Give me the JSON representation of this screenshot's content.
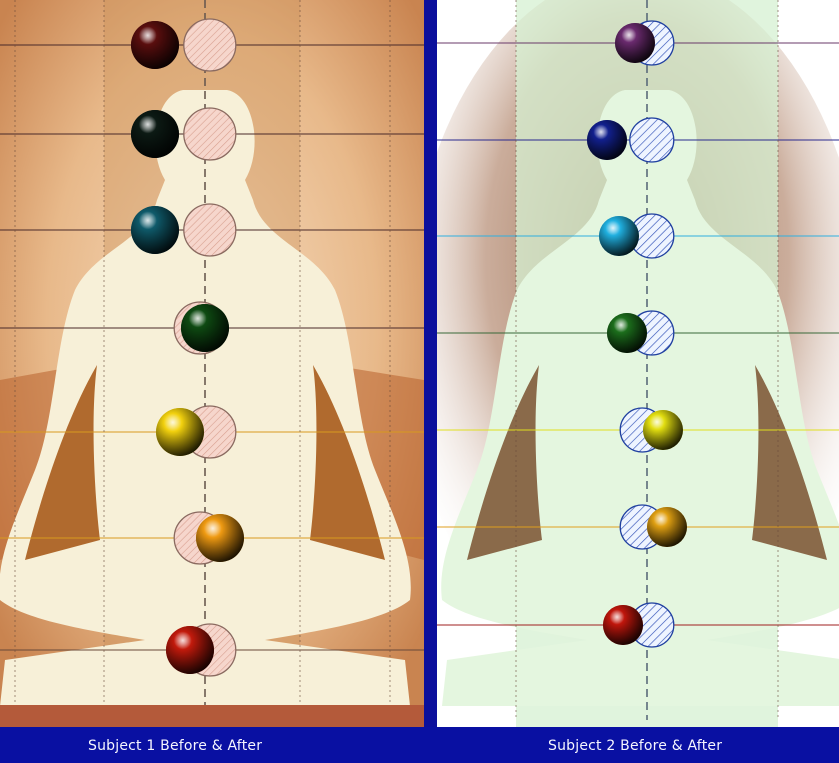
{
  "captions": {
    "subject1": "Subject 1 Before & After",
    "subject2": "Subject 2 Before & After"
  },
  "colors": {
    "divider": "#0b0f9c",
    "caption_bar": "#0910a2",
    "caption_text": "#f5f5ff",
    "panel1_bg": "#e8b98a",
    "panel1_shadow": "#b06a2e",
    "panel2_bg": "#ffffff",
    "panel2_band": "#d6f0d2",
    "panel2_shadow": "#7a3b2e",
    "figure_fill": "#f7f0d8",
    "figure_fill_2": "#e4f6df"
  },
  "subject1": {
    "chakras": [
      {
        "name": "crown",
        "color": "#5a0e0e",
        "offset": -1
      },
      {
        "name": "third-eye",
        "color": "#0c1a14",
        "offset": -1
      },
      {
        "name": "throat",
        "color": "#0f5a6a",
        "offset": -1
      },
      {
        "name": "heart",
        "color": "#0e4a12",
        "offset": 0
      },
      {
        "name": "solar-plexus",
        "color": "#f2d10e",
        "offset": -0.5
      },
      {
        "name": "sacral",
        "color": "#ef9a12",
        "offset": 0.3
      },
      {
        "name": "root",
        "color": "#c21a0c",
        "offset": -0.3
      }
    ]
  },
  "subject2": {
    "chakras": [
      {
        "name": "crown",
        "color": "#6a2a6e",
        "offset": -0.3
      },
      {
        "name": "third-eye",
        "color": "#12208e",
        "offset": -1
      },
      {
        "name": "throat",
        "color": "#20b0e0",
        "offset": -0.7
      },
      {
        "name": "heart",
        "color": "#1c6e1c",
        "offset": -0.5
      },
      {
        "name": "solar-plexus",
        "color": "#e2de10",
        "offset": 0.4
      },
      {
        "name": "sacral",
        "color": "#e0a012",
        "offset": 0.5
      },
      {
        "name": "root",
        "color": "#c0160c",
        "offset": -0.6
      }
    ]
  }
}
